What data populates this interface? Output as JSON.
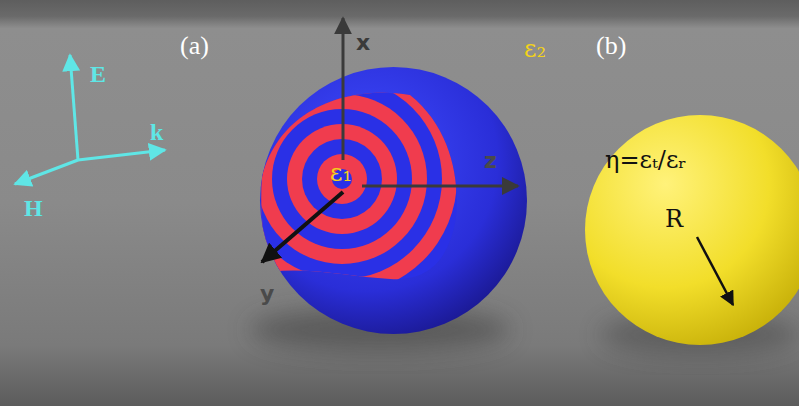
{
  "diagram": {
    "nodes": [
      {
        "text": [
          "ε₁",
          "ε₂"
        ]
      },
      {
        "text": [
          "η=εₜ/εᵣ",
          "R"
        ]
      }
    ],
    "labels": [
      "(a)",
      "(b)",
      "E",
      "k",
      "H",
      "x",
      "y",
      "z"
    ]
  }
}
